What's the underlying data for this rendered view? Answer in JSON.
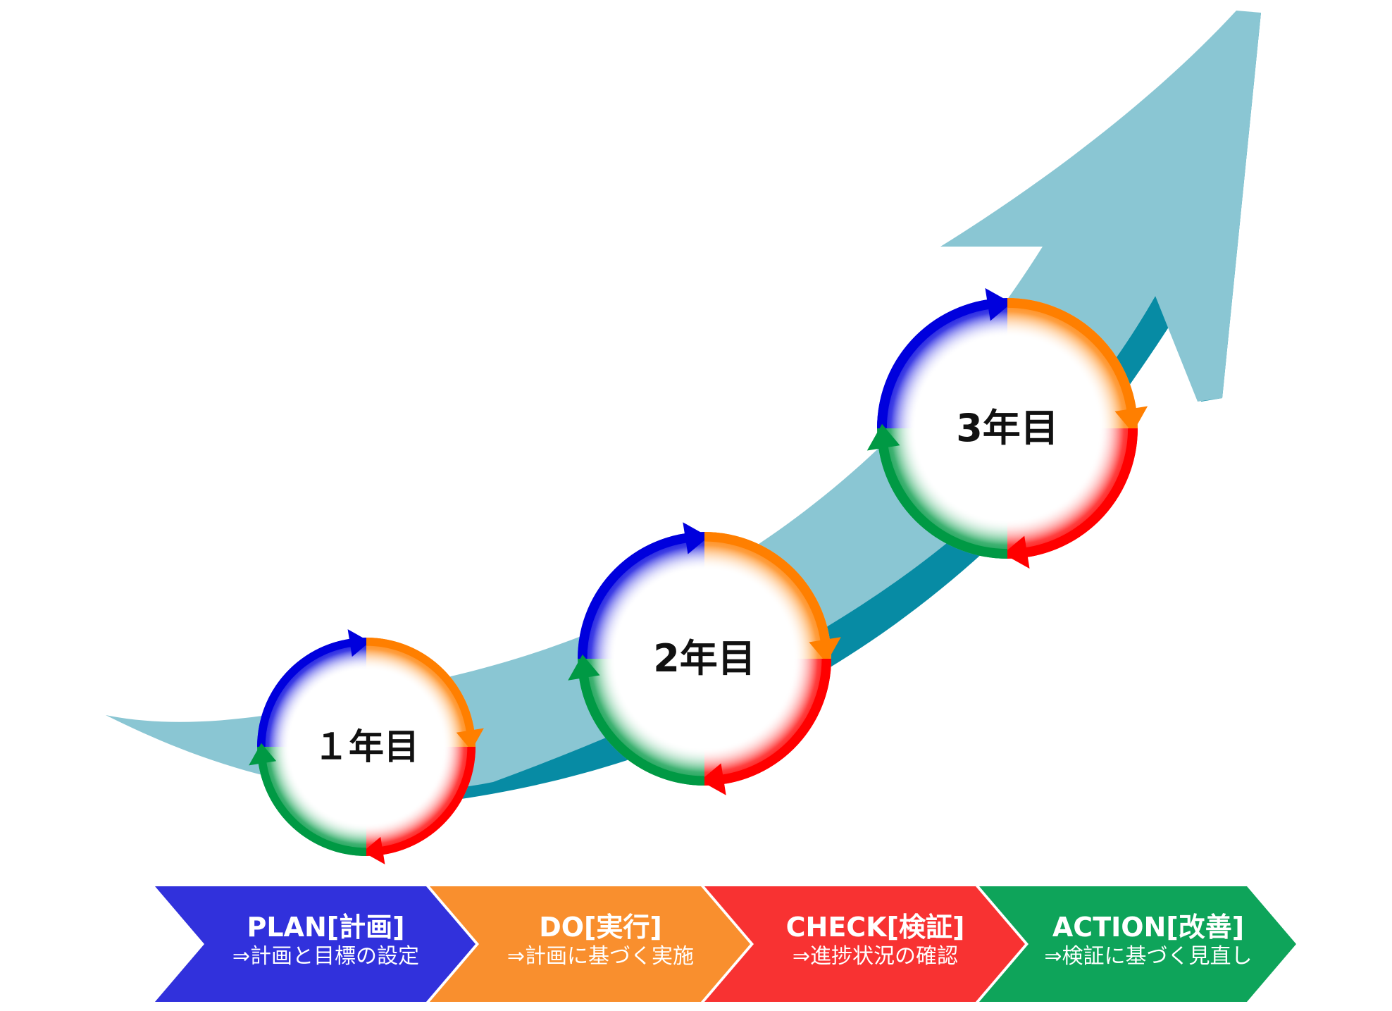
{
  "cycles": [
    {
      "label": "１年目"
    },
    {
      "label": "2年目"
    },
    {
      "label": "3年目"
    }
  ],
  "steps": [
    {
      "title": "PLAN[計画]",
      "subtitle": "⇒計画と目標の設定",
      "color": "#3131DC"
    },
    {
      "title": "DO[実行]",
      "subtitle": "⇒計画に基づく実施",
      "color": "#F98F2E"
    },
    {
      "title": "CHECK[検証]",
      "subtitle": "⇒進捗状況の確認",
      "color": "#F83232"
    },
    {
      "title": "ACTION[改善]",
      "subtitle": "⇒検証に基づく見直し",
      "color": "#0EA45A"
    }
  ],
  "colors": {
    "arrow_face": "#8AC6D3",
    "arrow_edge": "#078BA4",
    "ring_plan": "#0000DD",
    "ring_do": "#FF7F00",
    "ring_check": "#FF0000",
    "ring_action": "#009944"
  }
}
